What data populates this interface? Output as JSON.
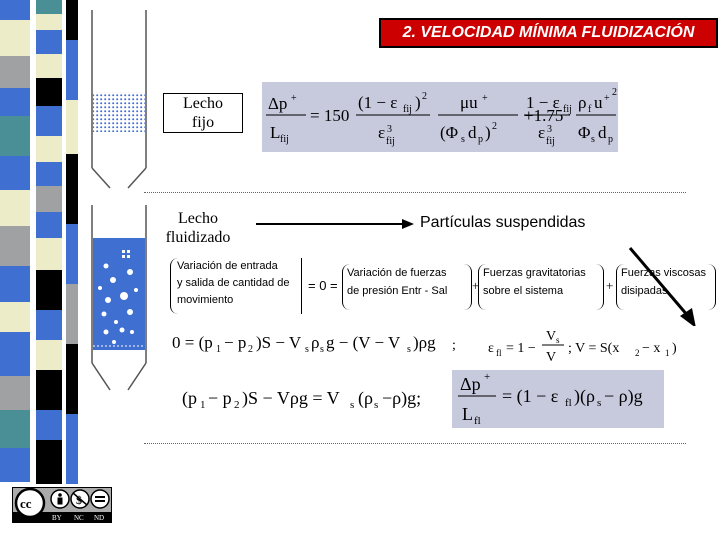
{
  "slide": {
    "title": "2. VELOCIDAD MÍNIMA FLUIDIZACIÓN",
    "labels": {
      "fixed_bed_line1": "Lecho",
      "fixed_bed_line2": "fijo",
      "fluidized_bed_line1": "Lecho",
      "fluidized_bed_line2": "fluidizado",
      "suspended_particles": "Partículas suspendidas"
    },
    "balance_terms": {
      "momentum_line1": "Variación de entrada",
      "momentum_line2": "y salida de cantidad de",
      "momentum_line3": "movimiento",
      "equals_zero": "= 0 =",
      "pressure_line1": "Variación de fuerzas",
      "pressure_line2": "de presión Entr - Sal",
      "gravity_line1": "Fuerzas gravitatorias",
      "gravity_line2": "sobre el sistema",
      "viscous_line1": "Fuerzas viscosas",
      "viscous_line2": "disipadas"
    },
    "equations": {
      "ergun": "Δp⁺/L_fij = 150 (1−ε_fij)²/ε_fij³ · μu⁺/(Φ_s d_p)² + 1.75 (1−ε_fij)/ε_fij³ · ρ_f u⁺²/(Φ_s d_p)",
      "balance": "0 = (p1 − p2)S − Vs ρs g − (V − Vs)ρg",
      "separator": ";",
      "porosity": "ε_fl = 1 − Vs/V ;  V = S(x2 − x1)",
      "final": "(p1 − p2)S − Vρg = Vs(ρs − ρ)g;  Δp⁺/L_fl = (1 − ε_fl)(ρs − ρ)g"
    },
    "license": {
      "by": "BY",
      "nc": "NC",
      "nd": "ND"
    }
  },
  "colors": {
    "title_bg": "#cc0000",
    "title_text": "#ffffff",
    "equation_box": "#c7c9dd",
    "arrow": "#000000",
    "strip_blue": "#3f6fd0",
    "strip_cream": "#ecedc8",
    "strip_black": "#000000",
    "strip_teal": "#4a8f96",
    "strip_gray": "#9fa1a3"
  },
  "icons": [
    "creative-commons-icon",
    "attribution-icon",
    "noncommercial-icon",
    "noderivatives-icon"
  ]
}
